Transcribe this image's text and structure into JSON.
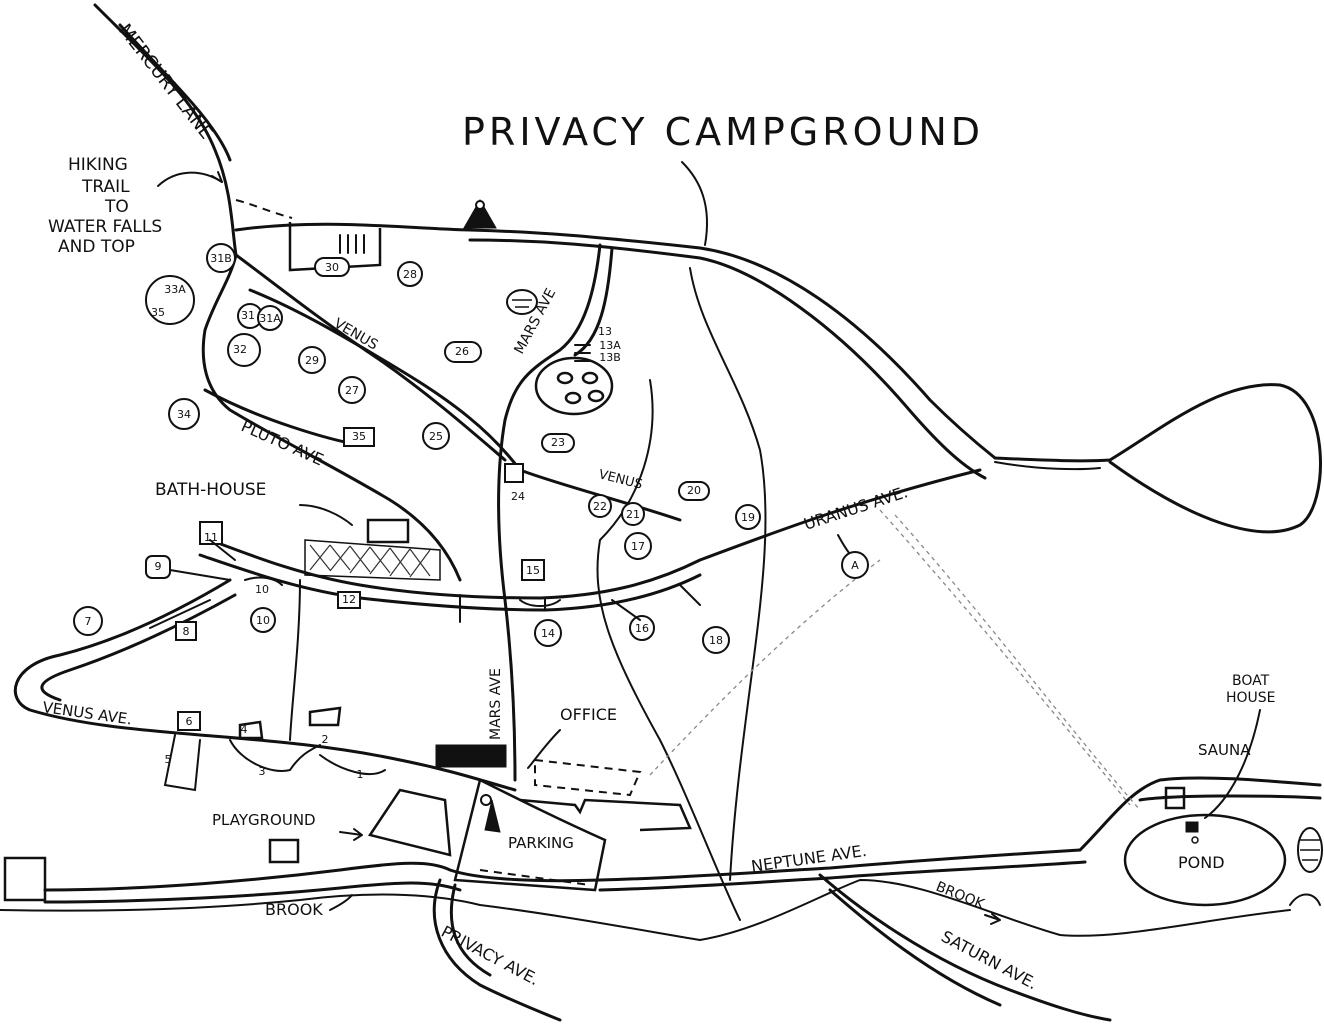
{
  "title": "PRIVACY CAMPGROUND",
  "labels": {
    "mercury": "MERCURY LANE",
    "hiking1": "HIKING",
    "hiking2": "TRAIL",
    "hiking3": "TO",
    "hiking4": "WATER FALLS",
    "hiking5": "AND TOP",
    "venus_top": "VENUS",
    "venus_mid": "VENUS",
    "venus_ave": "VENUS AVE.",
    "mars_top": "MARS AVE",
    "mars_mid": "MARS AVE",
    "pluto": "PLUTO AVE",
    "uranus": "URANUS AVE.",
    "neptune": "NEPTUNE AVE.",
    "saturn": "SATURN AVE.",
    "privacy": "PRIVACY AVE.",
    "bathhouse": "BATH-HOUSE",
    "playground": "PLAYGROUND",
    "parking": "PARKING",
    "office": "OFFICE",
    "brook_left": "BROOK",
    "brook_right": "BROOK",
    "pond": "POND",
    "sauna": "SAUNA",
    "boathouse1": "BOAT",
    "boathouse2": "HOUSE"
  },
  "sites": [
    "30",
    "28",
    "31B",
    "33A",
    "35",
    "31",
    "31A",
    "32",
    "29",
    "26",
    "27",
    "25",
    "34",
    "35",
    "13",
    "13A",
    "13B",
    "23",
    "24",
    "22",
    "21",
    "20",
    "19",
    "17",
    "15",
    "12",
    "11",
    "10",
    "10",
    "9",
    "8",
    "7",
    "6",
    "5",
    "4",
    "3",
    "2",
    "1",
    "14",
    "16",
    "18",
    "A"
  ],
  "legend_notes": []
}
